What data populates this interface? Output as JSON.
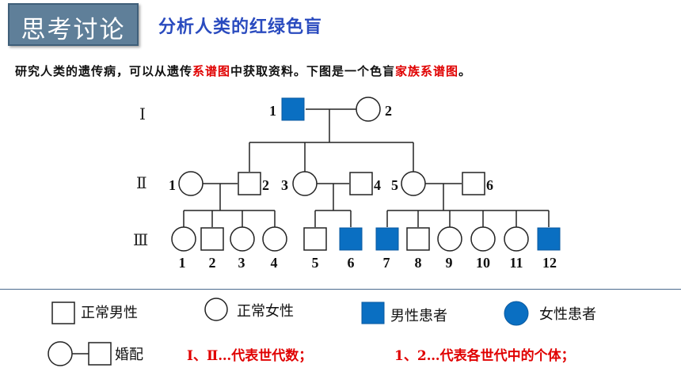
{
  "header": {
    "title": "思考讨论",
    "subtitle": "分析人类的红绿色盲"
  },
  "intro": {
    "part1": "研究人类的遗传病，可以从遗传",
    "red1": "系谱图",
    "part2": "中获取资料。下图是一个色盲",
    "red2": "家族系谱图",
    "part3": "。"
  },
  "pedigree": {
    "generations": [
      "Ⅰ",
      "Ⅱ",
      "Ⅲ"
    ],
    "gen1": {
      "labels": [
        "1",
        "2"
      ]
    },
    "gen2": {
      "labels": [
        "1",
        "2",
        "3",
        "4",
        "5",
        "6"
      ]
    },
    "gen3": {
      "labels": [
        "1",
        "2",
        "3",
        "4",
        "5",
        "6",
        "7",
        "8",
        "9",
        "10",
        "11",
        "12"
      ]
    },
    "affected_color": "#0a6fc2"
  },
  "legend": {
    "normal_male": "正常男性",
    "normal_female": "正常女性",
    "affected_male": "男性患者",
    "affected_female": "女性患者",
    "marriage": "婚配",
    "gen_note": "Ⅰ、Ⅱ…代表世代数；",
    "individual_note": "1、2…代表各世代中的个体；"
  }
}
